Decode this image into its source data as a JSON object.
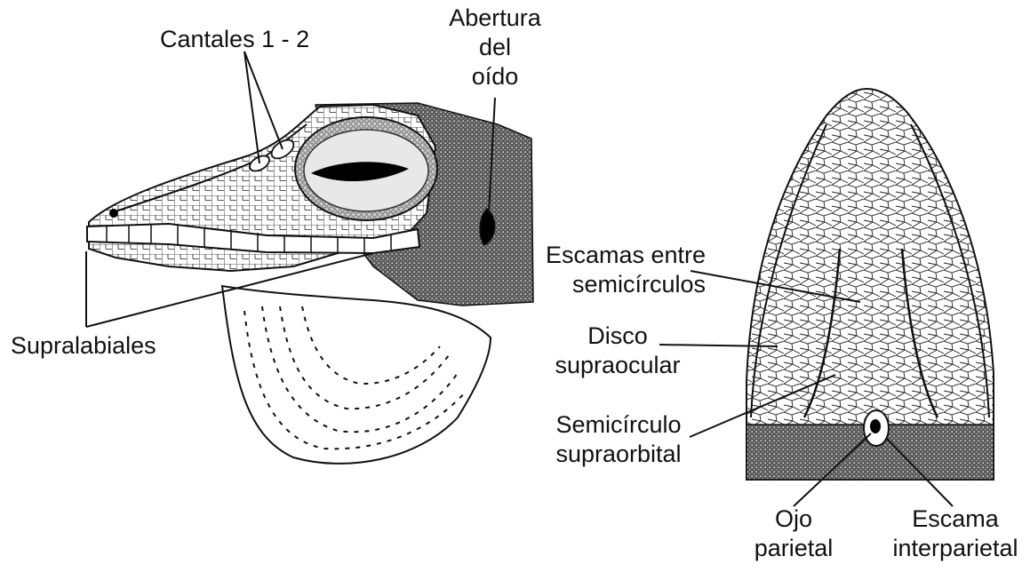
{
  "labels": {
    "cantales": "Cantales 1 - 2",
    "abertura": [
      "Abertura",
      "del",
      "oído"
    ],
    "supralabiales": "Supralabiales",
    "escamas_entre": [
      "Escamas entre",
      "semicírculos"
    ],
    "disco": [
      "Disco",
      "supraocular"
    ],
    "semicirculo": [
      "Semicírculo",
      "supraorbital"
    ],
    "ojo": [
      "Ojo",
      "parietal"
    ],
    "escama_inter": [
      "Escama",
      "interparietal"
    ]
  },
  "colors": {
    "ink": "#111111",
    "stipple_dark": "#3a3a3a",
    "stipple_mid": "#8a8a8a",
    "scale_fill": "#ffffff"
  }
}
